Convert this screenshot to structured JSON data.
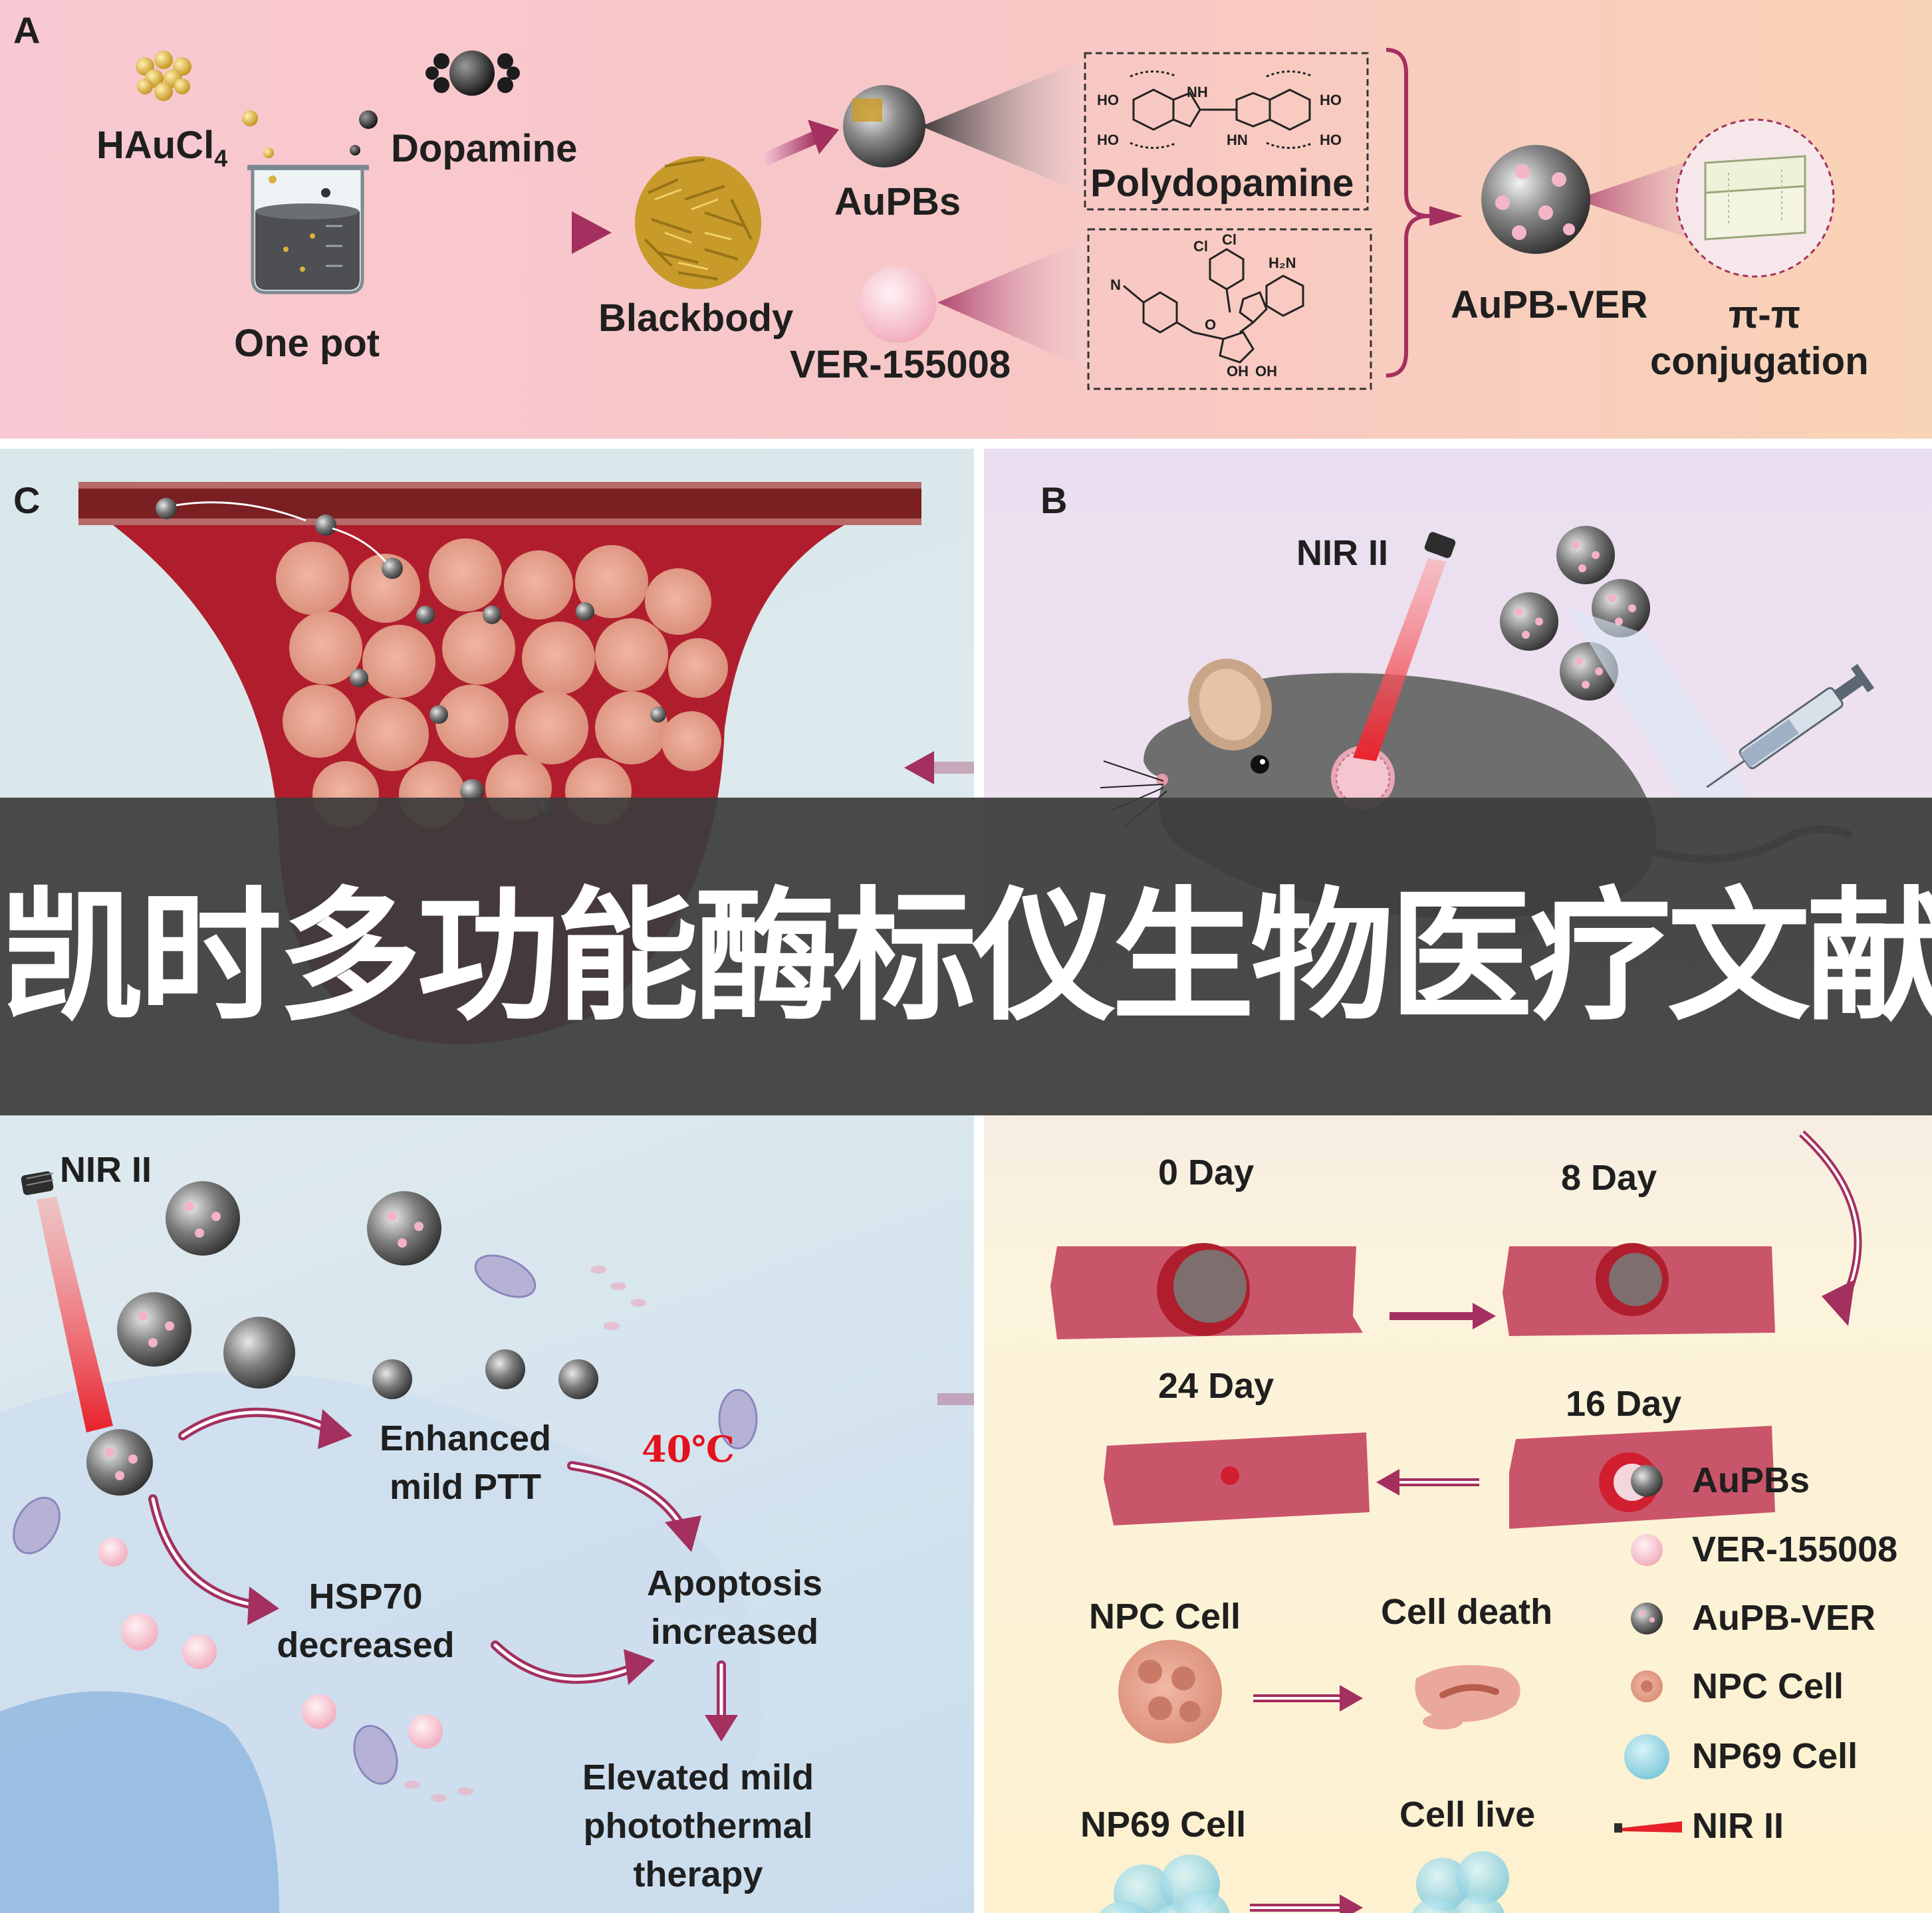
{
  "panel_a": {
    "letter": "A",
    "hauc": "HAuCl",
    "hauc_sub": "4",
    "dopamine": "Dopamine",
    "one_pot": "One pot",
    "blackbody": "Blackbody",
    "aupbs": "AuPBs",
    "ver": "VER-155008",
    "polydopamine": "Polydopamine",
    "aupb_ver": "AuPB-VER",
    "pi_pi": "π-π",
    "conjugation": "conjugation",
    "chem_labels": {
      "ho1": "HO",
      "ho2": "HO",
      "ho3": "HO",
      "ho4": "HO",
      "nh1": "NH",
      "nh2": "HN",
      "cl1": "Cl",
      "cl2": "Cl",
      "h2n": "H₂N",
      "n": "N",
      "oh1": "OH",
      "oh2": "OH",
      "o": "O"
    }
  },
  "panel_b": {
    "letter": "B",
    "nir": "NIR II",
    "days": [
      "0 Day",
      "8 Day",
      "24 Day",
      "16 Day"
    ],
    "npc_cell": "NPC Cell",
    "cell_death": "Cell death",
    "np69_cell": "NP69 Cell",
    "cell_live": "Cell live",
    "legend": [
      "AuPBs",
      "VER-155008",
      "AuPB-VER",
      "NPC Cell",
      "NP69 Cell",
      "NIR II"
    ]
  },
  "panel_c": {
    "letter": "C",
    "nir": "NIR II",
    "enhanced_1": "Enhanced",
    "enhanced_2": "mild PTT",
    "temp": "40℃",
    "hsp_1": "HSP70",
    "hsp_2": "decreased",
    "apop_1": "Apoptosis",
    "apop_2": "increased",
    "elev_1": "Elevated mild",
    "elev_2": "photothermal",
    "elev_3": "therapy"
  },
  "watermark": "凯时多功能酶标仪生物医疗文献",
  "colors": {
    "arrow": "#a3305f",
    "tumor": "#b01e2d",
    "vessel": "#7a1f22",
    "gold": "#c9a227",
    "particle": "#6e6e6e",
    "ver_pink": "#f6c3cf",
    "np69": "#8fd3e0",
    "laser": "#e8202a",
    "temp_red": "#e3121c"
  }
}
